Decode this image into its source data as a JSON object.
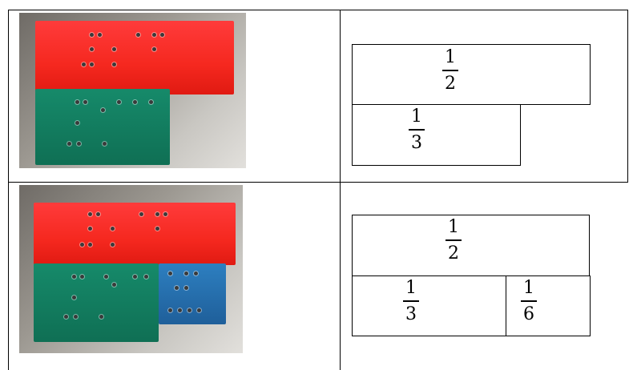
{
  "rows": [
    {
      "photo": {
        "blocks": [
          {
            "color": "red",
            "hex": "#f5281f"
          },
          {
            "color": "green",
            "hex": "#0f6f54"
          }
        ]
      },
      "diagram": {
        "top": {
          "numerator": "1",
          "denominator": "2"
        },
        "bottom": [
          {
            "numerator": "1",
            "denominator": "3"
          }
        ]
      }
    },
    {
      "photo": {
        "blocks": [
          {
            "color": "red",
            "hex": "#f5281f"
          },
          {
            "color": "green",
            "hex": "#0f6f54"
          },
          {
            "color": "blue",
            "hex": "#1f5f9a"
          }
        ]
      },
      "diagram": {
        "top": {
          "numerator": "1",
          "denominator": "2"
        },
        "bottom": [
          {
            "numerator": "1",
            "denominator": "3"
          },
          {
            "numerator": "1",
            "denominator": "6"
          }
        ]
      }
    }
  ]
}
